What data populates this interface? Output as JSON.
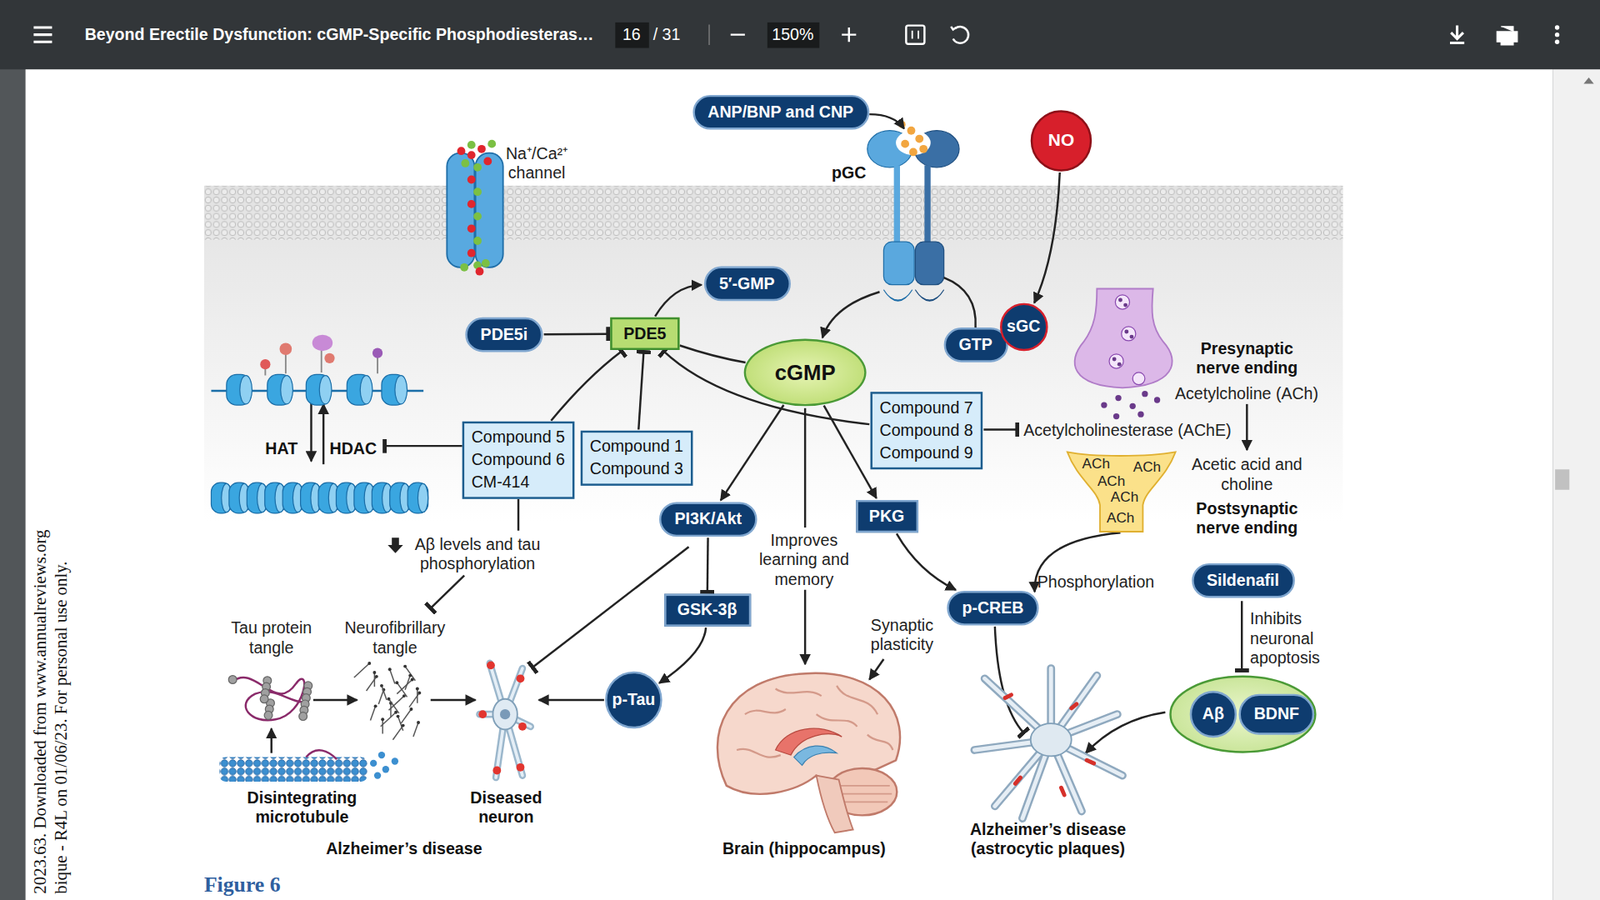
{
  "diagram": {
    "title": "Beyond Erectile Dysfunction: cGMP-Specific Phosphodiesteras…",
    "caption": "Figure 6",
    "nodes": [
      {
        "text": [
          "ANP/BNP and CNP"
        ]
      },
      {
        "text": [
          "NO"
        ]
      },
      {
        "text": [
          "5′-GMP"
        ]
      },
      {
        "text": [
          "PDE5i"
        ]
      },
      {
        "text": [
          "PDE5"
        ]
      },
      {
        "text": [
          "cGMP"
        ]
      },
      {
        "text": [
          "GTP"
        ]
      },
      {
        "text": [
          "sGC"
        ]
      },
      {
        "text": [
          "Compound 5",
          "Compound 6",
          "CM-414"
        ]
      },
      {
        "text": [
          "Compound 1",
          "Compound 3"
        ]
      },
      {
        "text": [
          "Compound 7",
          "Compound 8",
          "Compound 9"
        ]
      },
      {
        "text": [
          "PI3K/Akt"
        ]
      },
      {
        "text": [
          "GSK-3β"
        ]
      },
      {
        "text": [
          "PKG"
        ]
      },
      {
        "text": [
          "p-Tau"
        ]
      },
      {
        "text": [
          "p-CREB"
        ]
      },
      {
        "text": [
          "Sildenafil"
        ]
      },
      {
        "text": [
          "Aβ"
        ]
      },
      {
        "text": [
          "BDNF"
        ]
      }
    ],
    "edges": [
      {
        "from": 3,
        "to": 4,
        "arrow": "to"
      },
      {
        "from": 4,
        "to": 2,
        "arrow": "to"
      },
      {
        "from": 5,
        "to": 4,
        "arrow": "none"
      },
      {
        "from": 8,
        "to": 4,
        "arrow": "to"
      },
      {
        "from": 9,
        "to": 4,
        "arrow": "to"
      },
      {
        "from": 10,
        "to": 4,
        "arrow": "to"
      },
      {
        "from": 1,
        "to": 7,
        "arrow": "to"
      },
      {
        "from": 5,
        "to": 11,
        "arrow": "to"
      },
      {
        "from": 5,
        "to": 13,
        "arrow": "to"
      },
      {
        "from": 11,
        "to": 12,
        "arrow": "to"
      },
      {
        "from": 12,
        "to": 14,
        "arrow": "to"
      },
      {
        "from": 13,
        "to": 15,
        "arrow": "to"
      }
    ],
    "labels": [
      "Na⁺/Ca²⁺ channel",
      "pGC",
      "HAT",
      "HDAC",
      "Aβ levels and tau phosphorylation",
      "Tau protein tangle",
      "Neurofibrillary tangle",
      "Disintegrating microtubule",
      "Diseased neuron",
      "Alzheimer’s disease",
      "Improves learning and memory",
      "Brain (hippocampus)",
      "Synaptic plasticity",
      "Alzheimer’s disease (astrocytic plaques)",
      "Presynaptic nerve ending",
      "Acetylcholine (ACh)",
      "Acetylcholinesterase (AChE)",
      "ACh",
      "ACh",
      "ACh",
      "ACh",
      "ACh",
      "Acetic acid and choline",
      "Postsynaptic nerve ending",
      "Phosphorylation",
      "Inhibits neuronal apoptosis",
      "16",
      "/ 31",
      "150%",
      "2023.63. Downloaded from www.annualreviews.org",
      "bique - R4L on 01/06/23. For personal use only."
    ]
  }
}
